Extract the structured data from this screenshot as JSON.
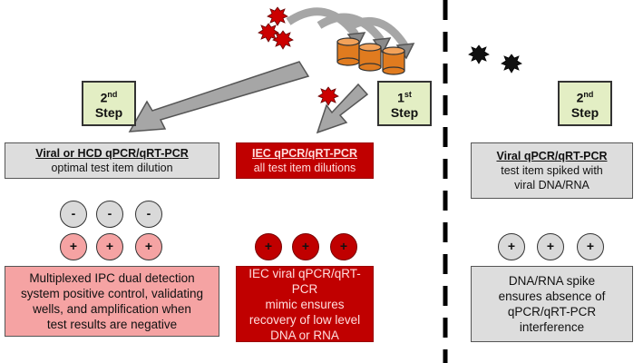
{
  "colors": {
    "step_fill": "#e3eec4",
    "gray_box": "#dddddd",
    "red_box": "#c00000",
    "pink_box": "#f5a3a3",
    "arrow": "#a6a6a6",
    "cylinder": "#e07b1f",
    "virus": "#cc0000"
  },
  "steps": [
    {
      "num": "2",
      "sup": "nd",
      "word": "Step"
    },
    {
      "num": "1",
      "sup": "st",
      "word": "Step"
    },
    {
      "num": "2",
      "sup": "nd",
      "word": "Step"
    }
  ],
  "boxes": {
    "viral_hcd": {
      "title": "Viral or HCD qPCR/qRT-PCR",
      "sub": "optimal test item dilution"
    },
    "iec": {
      "title": "IEC qPCR/qRT-PCR",
      "sub": "all test item dilutions"
    },
    "viral_right": {
      "title": "Viral qPCR/qRT-PCR",
      "sub1": "test item spiked with",
      "sub2": "viral DNA/RNA"
    }
  },
  "symbols": {
    "minus": "-",
    "plus": "+"
  },
  "bottom": {
    "left": [
      "Multiplexed IPC dual detection",
      "system positive control, validating",
      "wells, and amplification when",
      "test results are negative"
    ],
    "middle": [
      "IEC viral qPCR/qRT-PCR",
      "mimic ensures",
      "recovery of low level",
      "DNA or RNA"
    ],
    "right": [
      "DNA/RNA spike",
      "ensures absence of",
      "qPCR/qRT-PCR",
      "interference"
    ]
  },
  "icons": [
    "virus-icon",
    "cylinder-icon",
    "curved-arrow-icon",
    "dashed-divider"
  ]
}
